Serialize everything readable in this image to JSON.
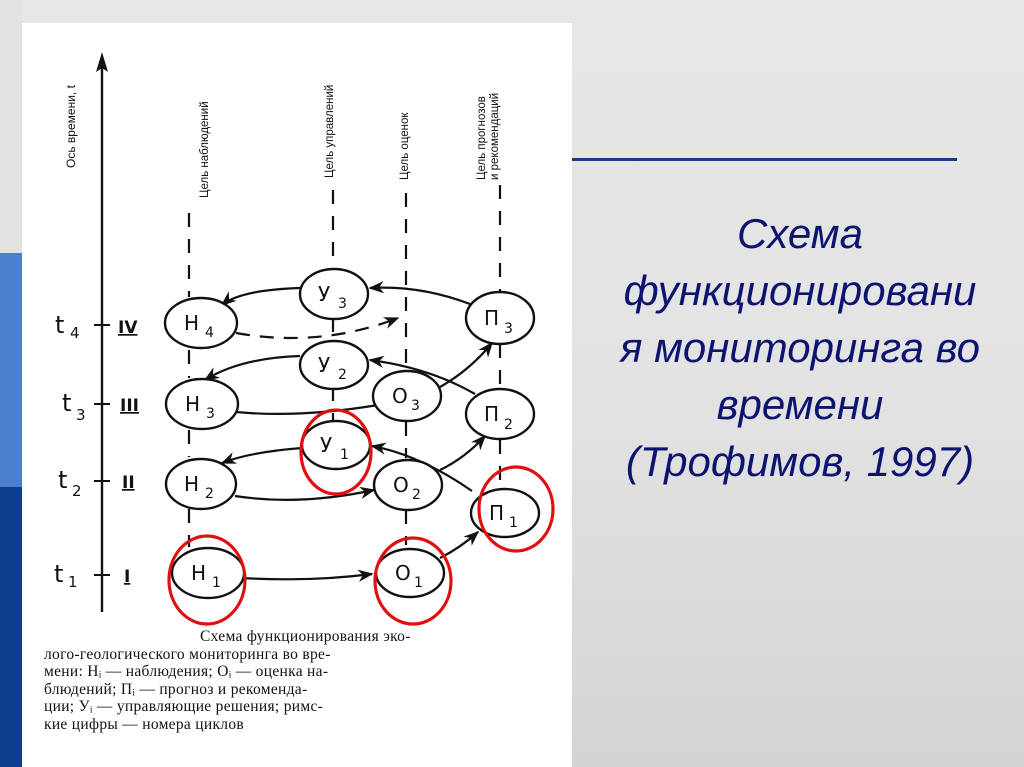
{
  "slide": {
    "title_lines": [
      "Схема",
      "функционировани",
      "я мониторинга во",
      "времени",
      "(Трофимов, 1997)"
    ],
    "colors": {
      "title": "#0c1470",
      "rule": "#1a3b82",
      "strip_light": "#4a80cc",
      "strip_dark": "#0b3d8a",
      "highlight": "#e01010"
    }
  },
  "diagram": {
    "axis_label": "Ось времени, t",
    "column_labels": [
      {
        "id": "observations",
        "text": "Цель наблюдений"
      },
      {
        "id": "management",
        "text": "Цель управлений"
      },
      {
        "id": "assessments",
        "text": "Цель оценок"
      },
      {
        "id": "forecasts",
        "text": [
          "Цель прогнозов",
          "и рекомендаций"
        ]
      }
    ],
    "time_ticks": [
      {
        "t": "t",
        "sub": "4",
        "roman": "IV"
      },
      {
        "t": "t",
        "sub": "3",
        "roman": "III"
      },
      {
        "t": "t",
        "sub": "2",
        "roman": "II"
      },
      {
        "t": "t",
        "sub": "1",
        "roman": "I"
      }
    ],
    "nodes": [
      {
        "id": "H4",
        "letter": "Н",
        "sub": "4"
      },
      {
        "id": "H3",
        "letter": "Н",
        "sub": "3"
      },
      {
        "id": "H2",
        "letter": "Н",
        "sub": "2"
      },
      {
        "id": "H1",
        "letter": "Н",
        "sub": "1",
        "highlighted": true
      },
      {
        "id": "U3",
        "letter": "У",
        "sub": "3"
      },
      {
        "id": "U2",
        "letter": "У",
        "sub": "2"
      },
      {
        "id": "U1",
        "letter": "У",
        "sub": "1",
        "highlighted": true
      },
      {
        "id": "O3",
        "letter": "О",
        "sub": "3"
      },
      {
        "id": "O2",
        "letter": "О",
        "sub": "2"
      },
      {
        "id": "O1",
        "letter": "О",
        "sub": "1",
        "highlighted": true
      },
      {
        "id": "P3",
        "letter": "П",
        "sub": "3"
      },
      {
        "id": "P2",
        "letter": "П",
        "sub": "2"
      },
      {
        "id": "P1",
        "letter": "П",
        "sub": "1",
        "highlighted": true
      }
    ],
    "caption_lines": [
      "Схема функционирования эко-",
      "лого-геологического мониторинга во вре-",
      "мени: Нᵢ — наблюдения; Оᵢ — оценка на-",
      "блюдений; Пᵢ — прогноз  и рекоменда-",
      "ции; Уᵢ  — управляющие решения; римс-",
      "кие цифры  — номера циклов"
    ]
  }
}
